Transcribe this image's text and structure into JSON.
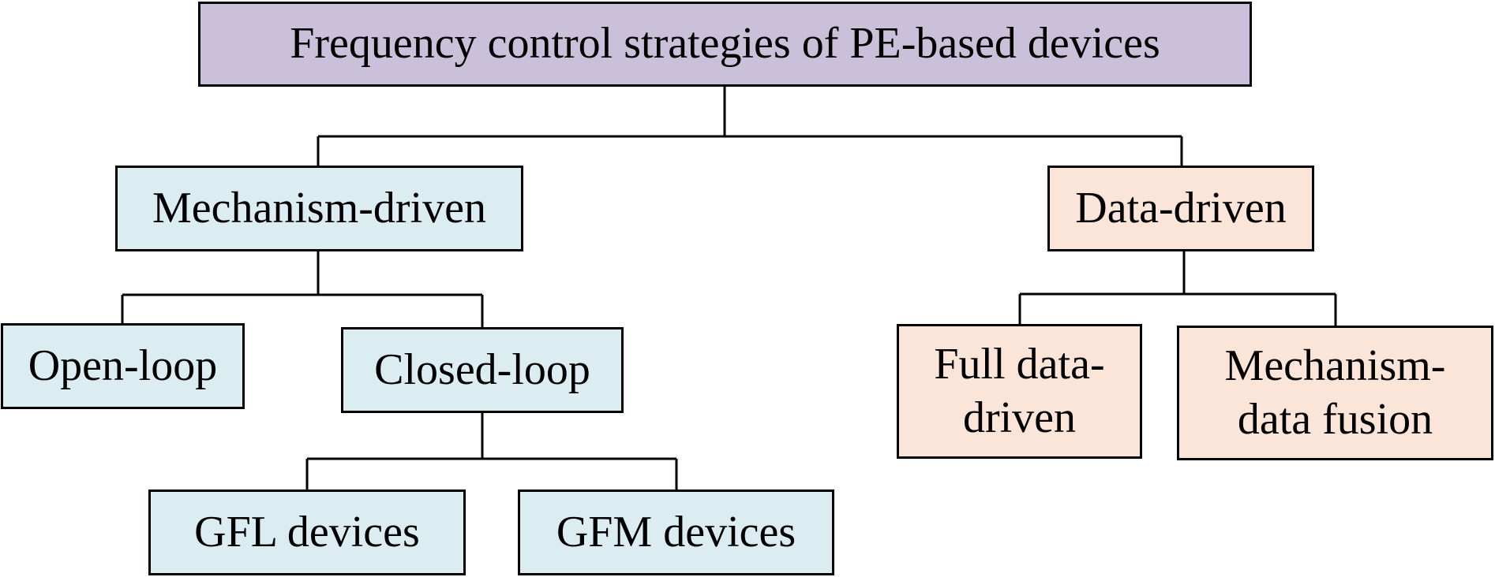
{
  "colors": {
    "root_fill": "#cbc0d9",
    "mechanism_fill": "#dcedf1",
    "data_fill": "#fbe5d8",
    "border": "#000000",
    "line": "#000000"
  },
  "nodes": {
    "root": "Frequency control strategies of PE-based devices",
    "mechanism_driven": "Mechanism-driven",
    "data_driven": "Data-driven",
    "open_loop": "Open-loop",
    "closed_loop": "Closed-loop",
    "gfl_devices": "GFL devices",
    "gfm_devices": "GFM devices",
    "full_data_driven": {
      "line1": "Full data-",
      "line2": "driven"
    },
    "mechanism_data_fusion": {
      "line1": "Mechanism-",
      "line2": "data fusion"
    }
  }
}
